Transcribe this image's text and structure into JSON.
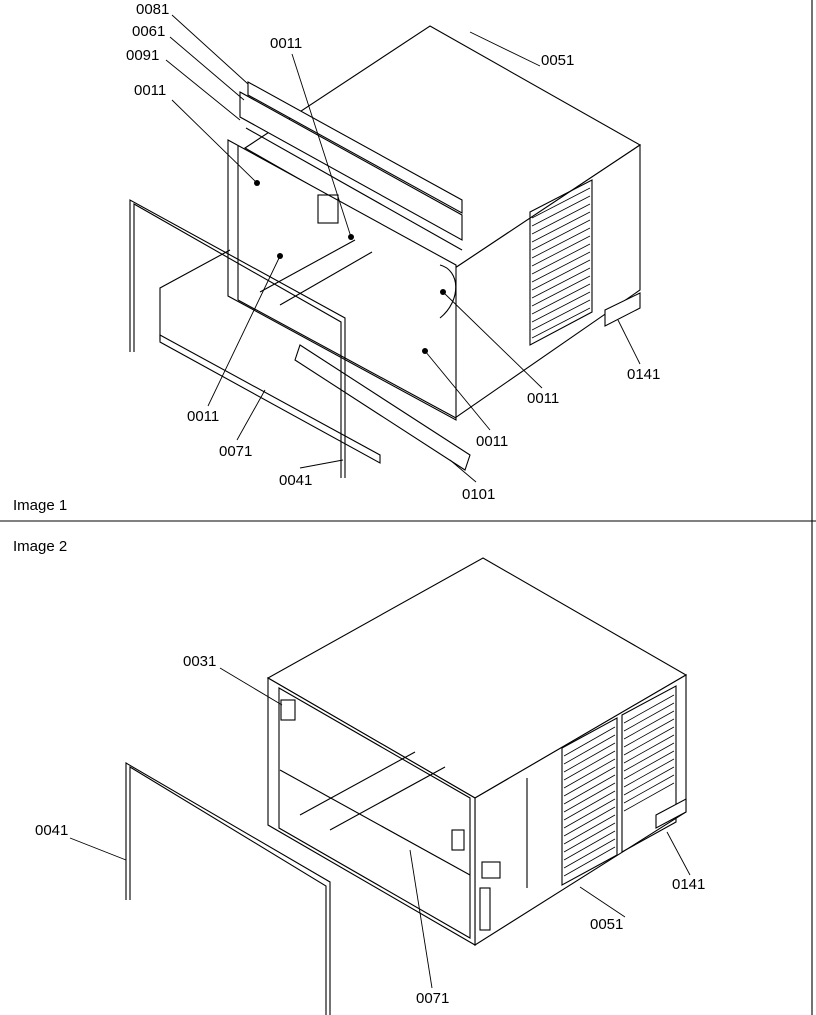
{
  "panels": [
    {
      "caption": "Image 1",
      "callouts": [
        "0081",
        "0061",
        "0091",
        "0011",
        "0011",
        "0051",
        "0141",
        "0011",
        "0011",
        "0011",
        "0071",
        "0041",
        "0101"
      ]
    },
    {
      "caption": "Image 2",
      "callouts": [
        "0031",
        "0041",
        "0141",
        "0051",
        "0071"
      ]
    }
  ]
}
